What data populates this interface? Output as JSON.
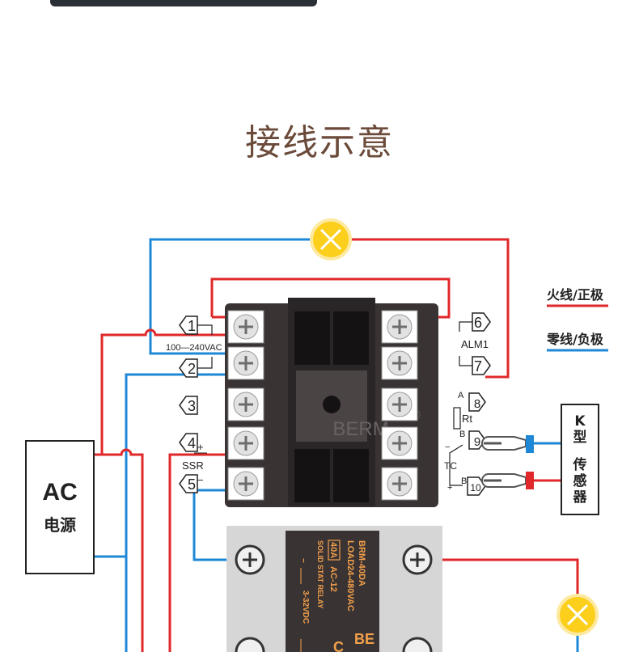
{
  "title": "接线示意",
  "legend": {
    "live": {
      "label": "火线/正极",
      "color": "#e0282a"
    },
    "neutral": {
      "label": "零线/负极",
      "color": "#1e88d6"
    }
  },
  "power_source": {
    "line1": "AC",
    "line2": "电源"
  },
  "controller": {
    "brand": "BERM",
    "trademark": "®",
    "left_terminals": [
      "1",
      "2",
      "3",
      "4",
      "5"
    ],
    "right_terminals": [
      "6",
      "7",
      "8",
      "9",
      "10"
    ],
    "supply_label": "100—240VAC",
    "ssr_label": "SSR",
    "plus": "+",
    "minus": "−",
    "alarm_label": "ALM1",
    "rtd_a": "A",
    "rtd_label": "Rt",
    "rtd_b": "B",
    "tc_label": "TC",
    "tc_b": "B",
    "tc_plus": "+",
    "tc_minus": "−"
  },
  "sensor": {
    "text": [
      "K",
      "型",
      "传",
      "感",
      "器"
    ]
  },
  "relay": {
    "model": "BRM-40DA",
    "load": "LOAD24-480VAC",
    "current": "40A",
    "ac_rating": "AC-12",
    "type": "SOLID STAT RELAY",
    "input": "3-32VDC",
    "input_sign": "−",
    "brand_fragment": "BE",
    "brand_fragment2": "C"
  },
  "colors": {
    "wire_live": "#e0282a",
    "wire_neutral": "#1e88d6",
    "lamp": "#fbcf1c",
    "title": "#6b4a3a"
  }
}
